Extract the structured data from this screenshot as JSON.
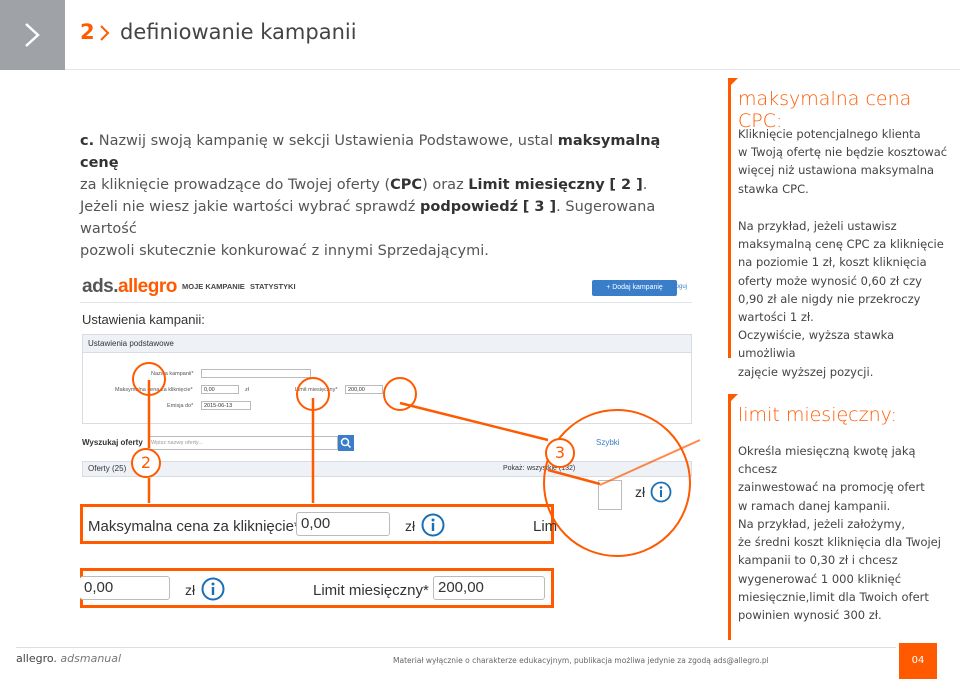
{
  "header": {
    "section_number": "2",
    "title": "definiowanie kampanii"
  },
  "intro": {
    "item_letter": "c.",
    "line1_a": "Nazwij swoją kampanię w sekcji Ustawienia Podstawowe, ustal ",
    "line1_b": "maksymalną cenę",
    "line2_a": "za kliknięcie prowadzące do Twojej oferty (",
    "line2_cpc": "CPC",
    "line2_b": ") oraz ",
    "line2_limit": "Limit miesięczny",
    "line2_ref": "[ 2 ]",
    "line2_end": "."
  },
  "hint": {
    "line1_a": "Jeżeli nie wiesz jakie wartości wybrać sprawdź ",
    "line1_b": "podpowiedź",
    "line1_ref": "[ 3 ]",
    "line1_c": ". Sugerowana wartość",
    "line2": "pozwoli skutecznie konkurować z innymi Sprzedającymi."
  },
  "screenshot": {
    "logo_prefix": "ads.",
    "logo_brand": "allegro",
    "nav_campaigns": "MOJE KAMPANIE",
    "nav_stats": "STATYSTYKI",
    "add_button": "+ Dodaj kampanię",
    "logout": "wyloguj",
    "settings_title": "Ustawienia kampanii:",
    "basic_header": "Ustawienia podstawowe",
    "campaign_name_label": "Nazwa kampanii*",
    "max_price_label": "Maksymalna cena za kliknięcie*",
    "max_price_value": "0,00",
    "currency": "zł",
    "monthly_limit_label": "Limit miesięczny*",
    "monthly_limit_value": "200,00",
    "issue_date_label": "Emisja do*",
    "issue_date_value": "2015-06-13",
    "search_label": "Wyszukaj oferty",
    "search_placeholder": "Wpisz nazwę oferty...",
    "advanced_link": "Szybki",
    "offers_label": "Oferty (25)",
    "show_label": "Pokaż:",
    "show_value": "wszystkie (132)"
  },
  "zoom": {
    "max_price_label": "Maksymalna cena za kliknięcie*",
    "max_price_value": "0,00",
    "currency": "zł",
    "limit_cut": "Lim",
    "left_value": "0,00",
    "monthly_limit_label": "Limit miesięczny*",
    "monthly_limit_value": "200,00"
  },
  "callouts": {
    "two": "2",
    "three": "3"
  },
  "sidebar": {
    "cpc_heading": "maksymalna cena CPC:",
    "cpc_p1": [
      "Kliknięcie potencjalnego klienta",
      "w Twoją ofertę nie będzie kosztować",
      "więcej niż ustawiona maksymalna",
      "stawka CPC."
    ],
    "cpc_p2": [
      "Na przykład, jeżeli ustawisz",
      "maksymalną cenę CPC za kliknięcie",
      "na poziomie 1 zł, koszt kliknięcia",
      "oferty może wynosić 0,60 zł czy",
      "0,90 zł ale nigdy nie przekroczy",
      "wartości 1 zł.",
      "Oczywiście, wyższa stawka umożliwia",
      "zajęcie wyższej pozycji."
    ],
    "limit_heading": "limit miesięczny:",
    "limit_p1": [
      "Określa miesięczną kwotę jaką chcesz",
      "zainwestować na promocję ofert",
      "w ramach danej kampanii."
    ],
    "limit_p2": [
      "Na przykład, jeżeli założymy,",
      "że średni koszt kliknięcia dla Twojej",
      "kampanii to 0,30 zł i chcesz",
      "wygenerować 1 000 kliknięć",
      "miesięcznie,limit dla Twoich ofert",
      "powinien wynosić 300 zł."
    ]
  },
  "footer": {
    "brand": "allegro.",
    "brand_suffix": "adsmanual",
    "note": "Materiał wyłącznie o charakterze edukacyjnym, publikacja możliwa jedynie za zgodą ads@allegro.pl",
    "page": "04"
  },
  "colors": {
    "accent": "#ff5a00",
    "nav_tile": "#9fa3a7",
    "button_blue": "#3a7dc9"
  },
  "icons": [
    "chevron-right-icon",
    "info-icon",
    "search-icon"
  ]
}
